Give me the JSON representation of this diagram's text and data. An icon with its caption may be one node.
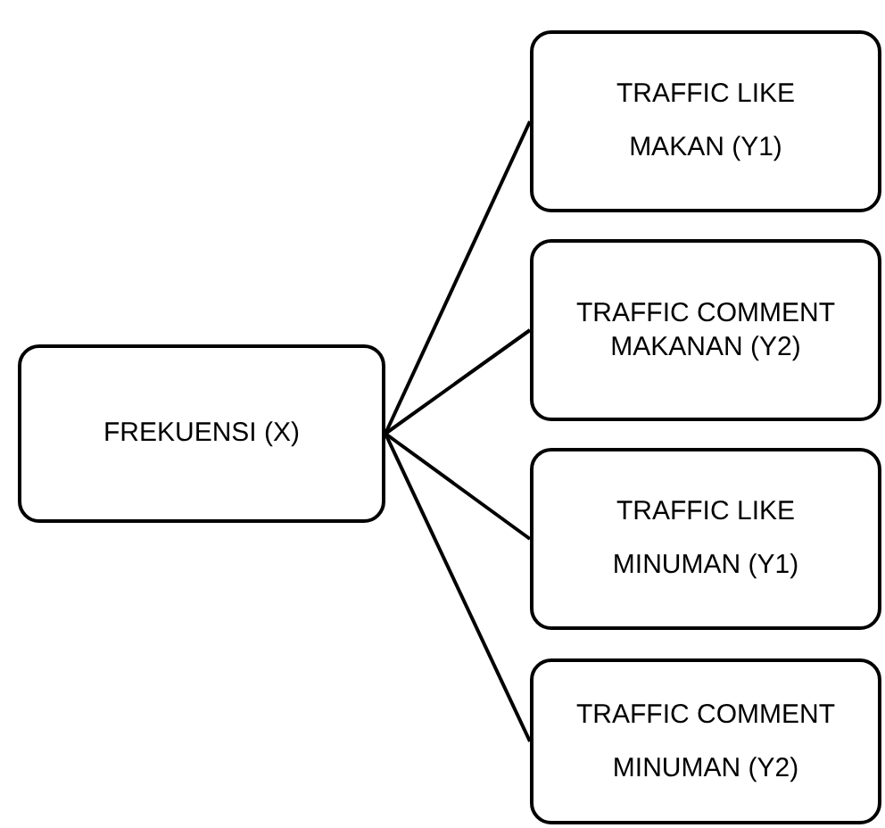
{
  "diagram": {
    "nodes": [
      {
        "text": [
          "FREKUENSI (X)"
        ]
      },
      {
        "text": [
          "TRAFFIC LIKE MAKAN (Y1)"
        ]
      },
      {
        "text": [
          "TRAFFIC COMMENT MAKANAN (Y2)"
        ]
      },
      {
        "text": [
          "TRAFFIC LIKE MINUMAN (Y1)"
        ]
      },
      {
        "text": [
          "TRAFFIC COMMENT MINUMAN (Y2)"
        ]
      }
    ],
    "edges": [
      {
        "from": 0,
        "to": 1,
        "arrow": "none"
      },
      {
        "from": 0,
        "to": 2,
        "arrow": "none"
      },
      {
        "from": 0,
        "to": 3,
        "arrow": "none"
      },
      {
        "from": 0,
        "to": 4,
        "arrow": "none"
      }
    ]
  }
}
